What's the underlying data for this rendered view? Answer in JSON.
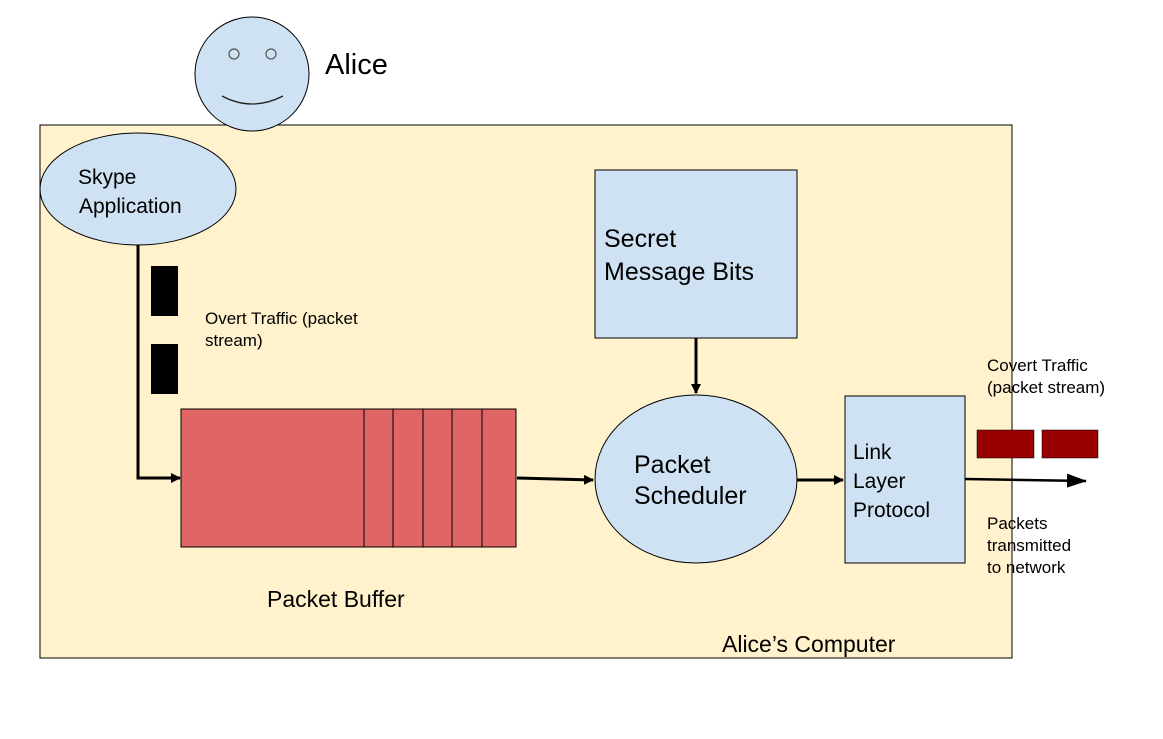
{
  "persona": {
    "name": "Alice"
  },
  "computer": {
    "label": "Alice’s Computer"
  },
  "nodes": {
    "skype": {
      "line1": "Skype",
      "line2": "Application"
    },
    "secret": {
      "line1": "Secret",
      "line2": "Message Bits"
    },
    "scheduler": {
      "line1": "Packet",
      "line2": "Scheduler"
    },
    "link_layer": {
      "line1": "Link",
      "line2": "Layer",
      "line3": "Protocol"
    },
    "buffer": {
      "label": "Packet Buffer"
    }
  },
  "annotations": {
    "overt": {
      "line1": "Overt Traffic (packet",
      "line2": "stream)"
    },
    "covert": {
      "line1": "Covert Traffic",
      "line2": "(packet stream)"
    },
    "transmitted": {
      "line1": "Packets",
      "line2": "transmitted",
      "line3": "to network"
    }
  },
  "colors": {
    "computer_fill": "#fff2cc",
    "node_fill": "#cfe2f3",
    "buffer_fill": "#e06666",
    "overt_packet": "#000000",
    "covert_packet": "#990000"
  }
}
